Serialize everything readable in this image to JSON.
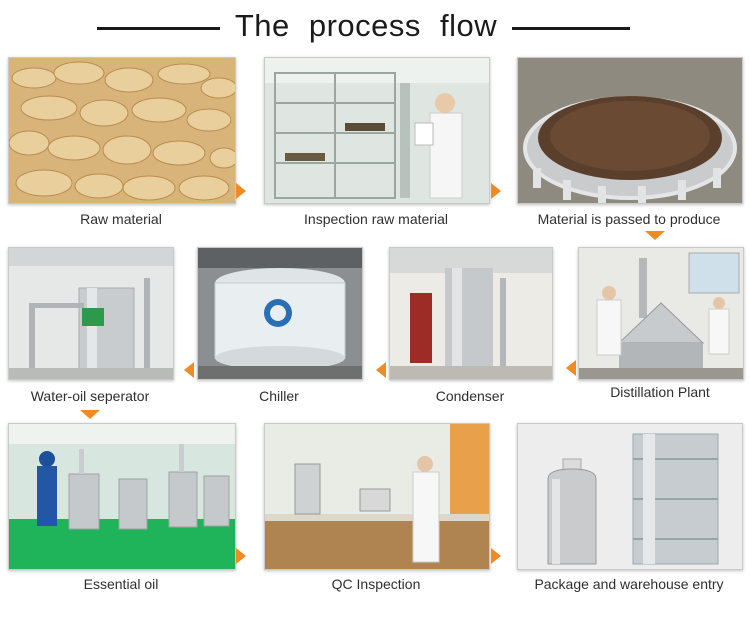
{
  "title": "The  process  flow",
  "accent_color": "#f08a24",
  "steps": [
    {
      "label": "Raw material"
    },
    {
      "label": "Inspection raw material"
    },
    {
      "label": "Material is passed to produce"
    },
    {
      "label": "Distillation Plant"
    },
    {
      "label": "Condenser"
    },
    {
      "label": "Chiller"
    },
    {
      "label": "Water-oil seperator"
    },
    {
      "label": "Essential oil"
    },
    {
      "label": "QC Inspection"
    },
    {
      "label": "Package and warehouse entry"
    }
  ]
}
